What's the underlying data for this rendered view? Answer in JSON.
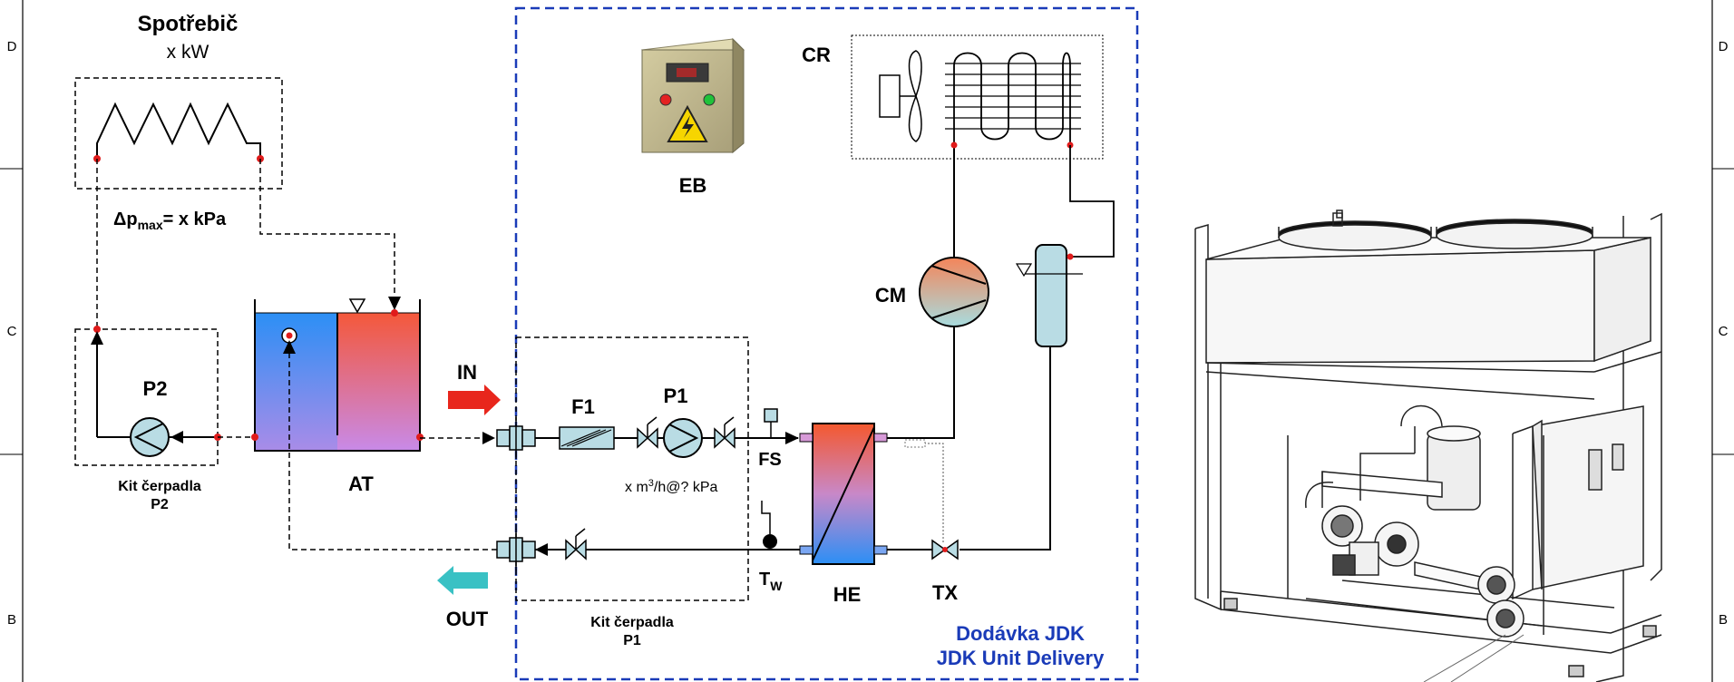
{
  "margin": {
    "row_left": [
      "D",
      "C",
      "B"
    ],
    "row_right": [
      "D",
      "C",
      "B"
    ]
  },
  "consumer": {
    "title": "Spotřebič",
    "power": "x kW",
    "dp_prefix": "Δp",
    "dp_sub": "max",
    "dp_suffix": "= x kPa"
  },
  "pump_kit_p2": {
    "pump_label": "P2",
    "kit_line1": "Kit čerpadla",
    "kit_line2": "P2"
  },
  "tank": {
    "label": "AT"
  },
  "flows": {
    "in": "IN",
    "out": "OUT"
  },
  "pump_kit_p1": {
    "filter": "F1",
    "pump_label": "P1",
    "flow_switch": "FS",
    "flow_pre": "x m",
    "flow_sup": "3",
    "flow_post": "/h@? kPa",
    "kit_line1": "Kit čerpadla",
    "kit_line2": "P1"
  },
  "components": {
    "eb": "EB",
    "cr": "CR",
    "cm": "CM",
    "he": "HE",
    "tx": "TX",
    "tw_main": "T",
    "tw_sub": "W"
  },
  "delivery": {
    "line1": "Dodávka JDK",
    "line2": "JDK Unit Delivery",
    "color": "#1a3bb8"
  },
  "colors": {
    "red_arrow": "#e8261c",
    "cyan_arrow": "#39c1c4",
    "valve": "#b9dce4",
    "hot": "#f26b3a",
    "cold": "#3a8ef0"
  }
}
